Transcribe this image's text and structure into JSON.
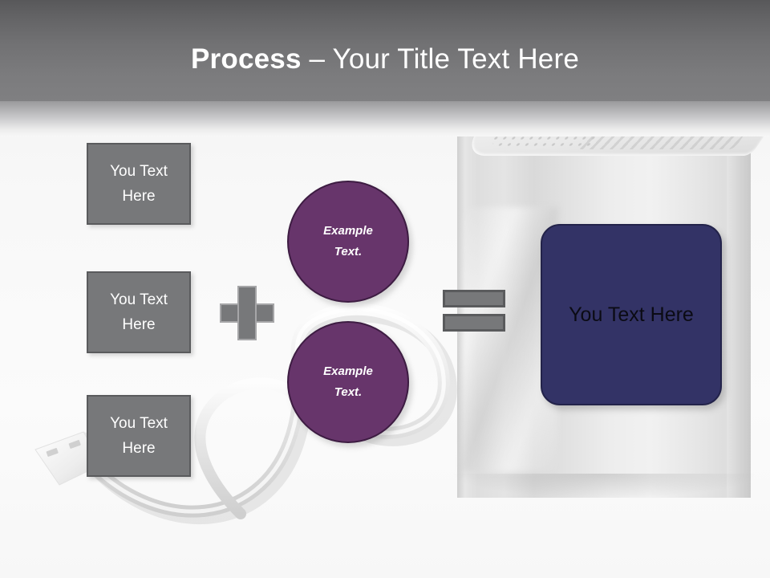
{
  "slide": {
    "title_bold": "Process",
    "title_rest": " – Your Title Text Here",
    "background_color": "#fafafa",
    "header_color_top": "#58585a",
    "header_color_bottom": "#808082"
  },
  "inputs": {
    "boxes": [
      {
        "label": "You Text\nHere"
      },
      {
        "label": "You Text\nHere"
      },
      {
        "label": "You Text\nHere"
      }
    ],
    "fill_color": "#77787a",
    "border_color": "#5a5b5d",
    "text_color": "#ffffff"
  },
  "operators": {
    "plus": "+",
    "equals": "=",
    "color": "#77787a"
  },
  "circles": {
    "items": [
      {
        "label": "Example\nText."
      },
      {
        "label": "Example\nText."
      }
    ],
    "fill_color": "#67356b",
    "border_color": "#3d1c42",
    "text_color": "#ffffff"
  },
  "result": {
    "label": "You Text Here",
    "fill_color": "#333366",
    "border_color": "#23234a",
    "text_color": "#0b0b14"
  },
  "artwork": {
    "tower_name": "computer-tower",
    "cable_name": "usb-cable",
    "connector_name": "usb-connector"
  }
}
